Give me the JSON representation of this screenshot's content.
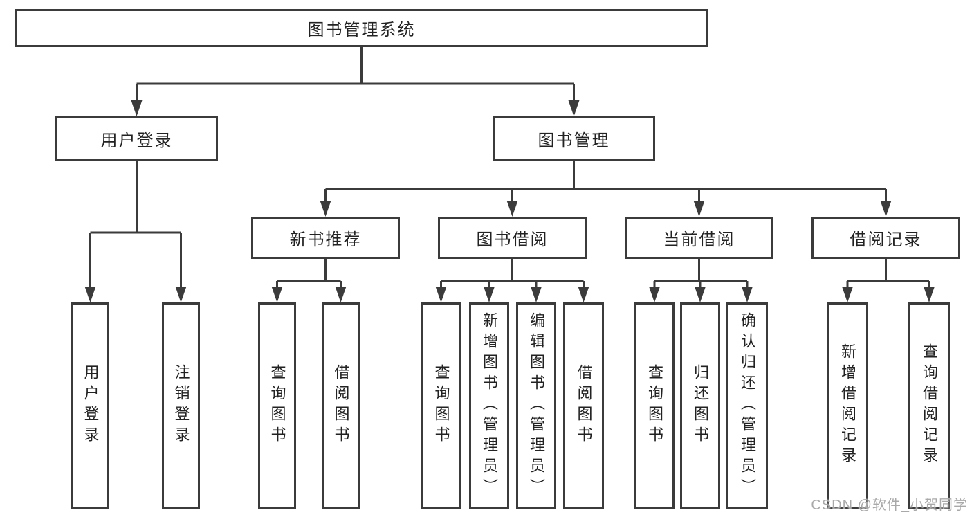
{
  "diagram": {
    "title": "图书管理系统",
    "nodes": {
      "root": "图书管理系统",
      "user_login": "用户登录",
      "book_mgmt": "图书管理",
      "new_book_rec": "新书推荐",
      "book_borrow": "图书借阅",
      "current_borrow": "当前借阅",
      "borrow_record": "借阅记录",
      "user_login_children": [
        "用户登录",
        "注销登录"
      ],
      "new_book_children": [
        "查询图书",
        "借阅图书"
      ],
      "book_borrow_children": [
        "查询图书",
        "新增图书（管理员）",
        "编辑图书（管理员）",
        "借阅图书"
      ],
      "current_borrow_children": [
        "查询图书",
        "归还图书",
        "确认归还（管理员）"
      ],
      "borrow_record_children": [
        "新增借阅记录",
        "查询借阅记录"
      ]
    },
    "watermark": "CSDN @软件_小贺同学",
    "colors": {
      "line": "#3b3b3b",
      "text": "#222222",
      "watermark": "#a9a9a9",
      "background": "#ffffff"
    }
  }
}
